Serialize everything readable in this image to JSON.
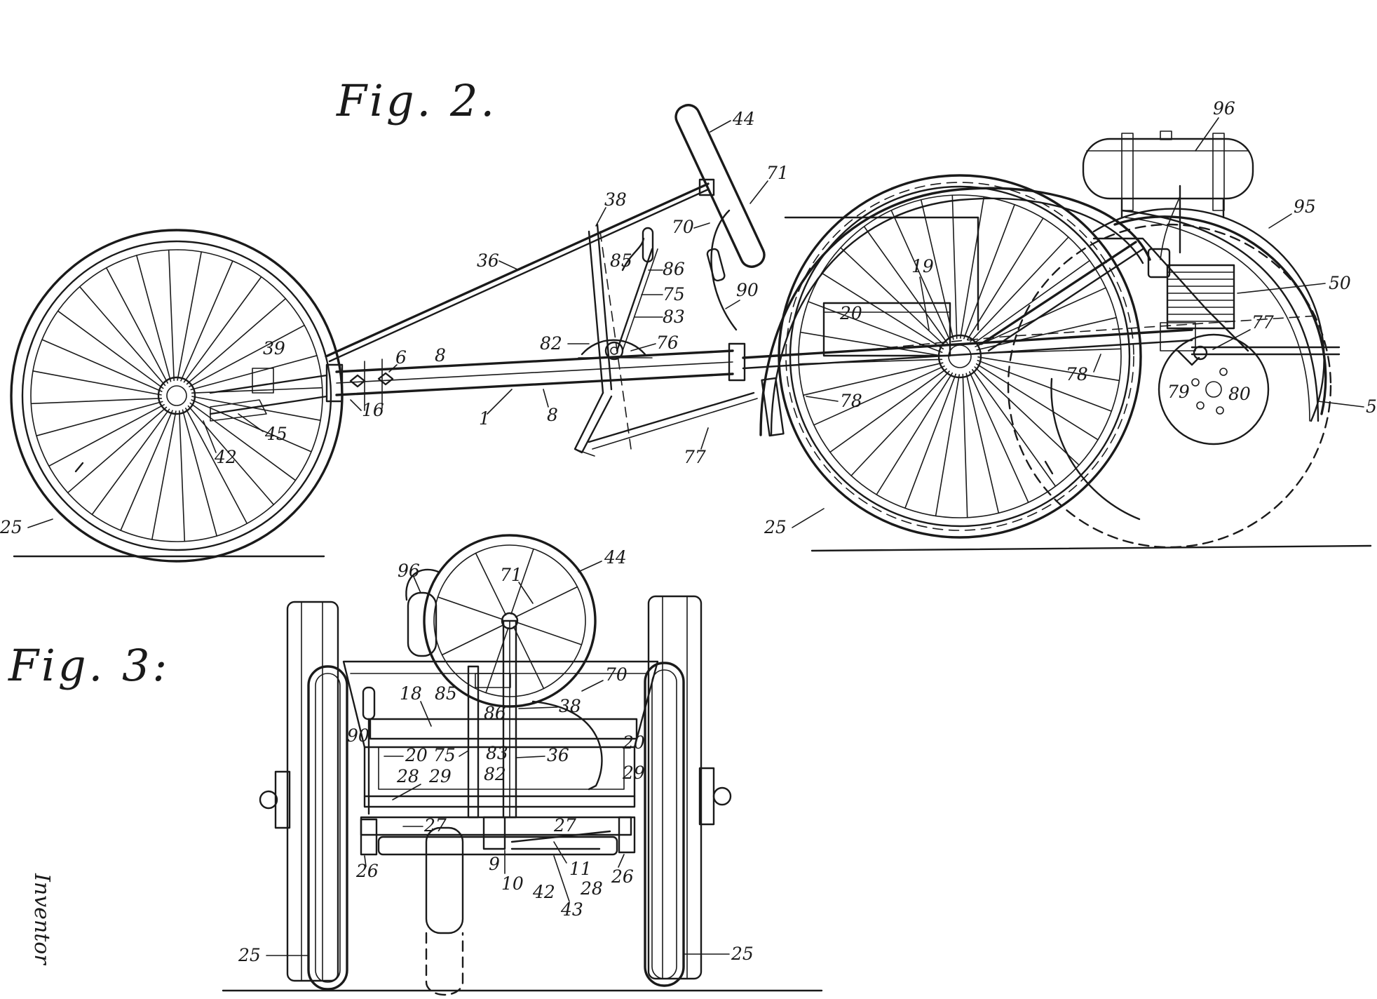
{
  "figures": [
    {
      "id": "fig2",
      "title": "Fig. 2."
    },
    {
      "id": "fig3",
      "title": "Fig. 3:"
    }
  ],
  "inventor_label": "Inventor",
  "fig2_labels": {
    "l44": "44",
    "l71": "71",
    "l96": "96",
    "l95": "95",
    "l38": "38",
    "l70": "70",
    "l36": "36",
    "l85": "85",
    "l86": "86",
    "l75": "75",
    "l83": "83",
    "l19": "19",
    "l90": "90",
    "l50": "50",
    "l20": "20",
    "l82": "82",
    "l76": "76",
    "l77a": "77",
    "l39": "39",
    "l6": "6",
    "l8a": "8",
    "l78a": "78",
    "l1": "1",
    "l8b": "8",
    "l78b": "78",
    "l79": "79",
    "l80": "80",
    "l5": "5",
    "l45": "45",
    "l16": "16",
    "l42": "42",
    "l77b": "77",
    "l25a": "25",
    "l25b": "25"
  },
  "fig3_labels": {
    "l96": "96",
    "l71": "71",
    "l44": "44",
    "l70": "70",
    "l18": "18",
    "l85": "85",
    "l86": "86",
    "l38": "38",
    "l90": "90",
    "l20a": "20",
    "l75": "75",
    "l83": "83",
    "l36": "36",
    "l20b": "20",
    "l28a": "28",
    "l29a": "29",
    "l82": "82",
    "l29b": "29",
    "l27a": "27",
    "l27b": "27",
    "l26a": "26",
    "l9": "9",
    "l10": "10",
    "l42": "42",
    "l11": "11",
    "l28b": "28",
    "l26b": "26",
    "l43": "43",
    "l25a": "25",
    "l25b": "25"
  }
}
